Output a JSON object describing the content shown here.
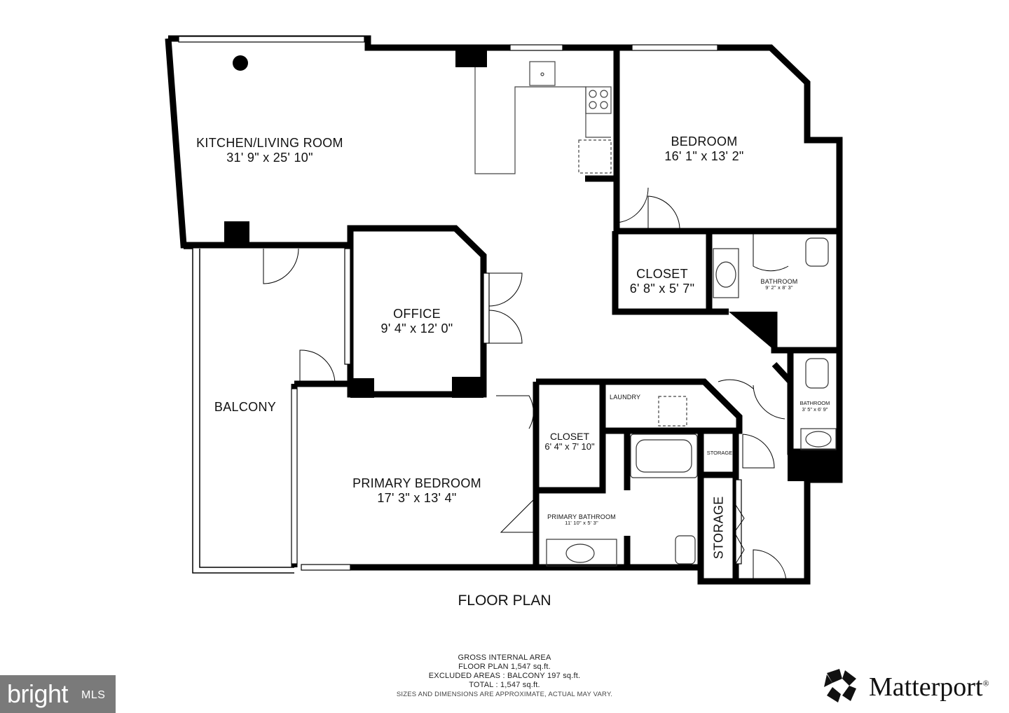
{
  "rooms": {
    "kitchen_living": {
      "name": "KITCHEN/LIVING ROOM",
      "dims": "31' 9\" x 25' 10\""
    },
    "bedroom": {
      "name": "BEDROOM",
      "dims": "16' 1\" x 13' 2\""
    },
    "closet_1": {
      "name": "CLOSET",
      "dims": "6' 8\" x 5' 7\""
    },
    "bathroom_1": {
      "name": "BATHROOM",
      "dims": "9' 2\" x 8' 3\""
    },
    "office": {
      "name": "OFFICE",
      "dims": "9' 4\" x 12' 0\""
    },
    "balcony": {
      "name": "BALCONY"
    },
    "laundry": {
      "name": "LAUNDRY"
    },
    "bathroom_2": {
      "name": "BATHROOM",
      "dims": "3' 5\" x 6' 9\""
    },
    "closet_2": {
      "name": "CLOSET",
      "dims": "6' 4\" x 7' 10\""
    },
    "storage_small": {
      "name": "STORAGE"
    },
    "storage_large": {
      "name": "STORAGE"
    },
    "primary_bedroom": {
      "name": "PRIMARY BEDROOM",
      "dims": "17' 3\" x 13' 4\""
    },
    "primary_bathroom": {
      "name": "PRIMARY BATHROOM",
      "dims": "11' 10\" x 5' 3\""
    }
  },
  "title": "FLOOR PLAN",
  "area": {
    "line1": "GROSS INTERNAL AREA",
    "line2": "FLOOR PLAN 1,547 sq.ft.",
    "line3": "EXCLUDED AREAS :  BALCONY 197 sq.ft.",
    "line4": "TOTAL :  1,547 sq.ft.",
    "disclaimer": "SIZES AND DIMENSIONS ARE APPROXIMATE, ACTUAL MAY VARY."
  },
  "logos": {
    "bright_word": "bright",
    "bright_suffix": "MLS",
    "matterport": "Matterport",
    "matterport_mark": "®"
  },
  "colors": {
    "wall": "#000000",
    "background": "#ffffff",
    "bright_bg": "#7a7a7a"
  }
}
